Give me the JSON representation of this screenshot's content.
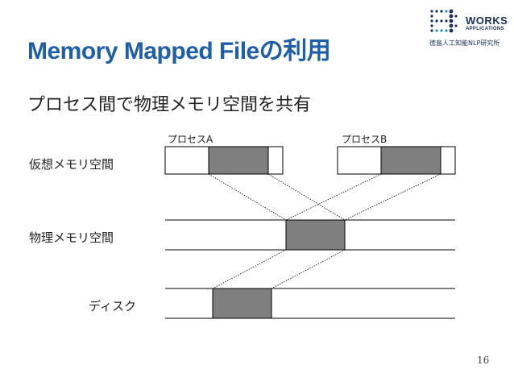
{
  "slide": {
    "title": "Memory Mapped Fileの利用",
    "subtitle": "プロセス間で物理メモリ空間を共有",
    "page_number": "16"
  },
  "logo": {
    "name": "WORKS",
    "sub": "APPLICATIONS",
    "jp": "徳島人工知能NLP研究所",
    "colors": {
      "dark": "#1a2f5a",
      "accent": "#2a8bc9"
    }
  },
  "diagram": {
    "process_labels": {
      "a": "プロセスA",
      "b": "プロセスB"
    },
    "row_labels": {
      "virtual": "仮想メモリ空間",
      "physical": "物理メモリ空間",
      "disk": "ディスク"
    },
    "colors": {
      "shaded": "#7f7f7f",
      "line": "#000000"
    }
  }
}
